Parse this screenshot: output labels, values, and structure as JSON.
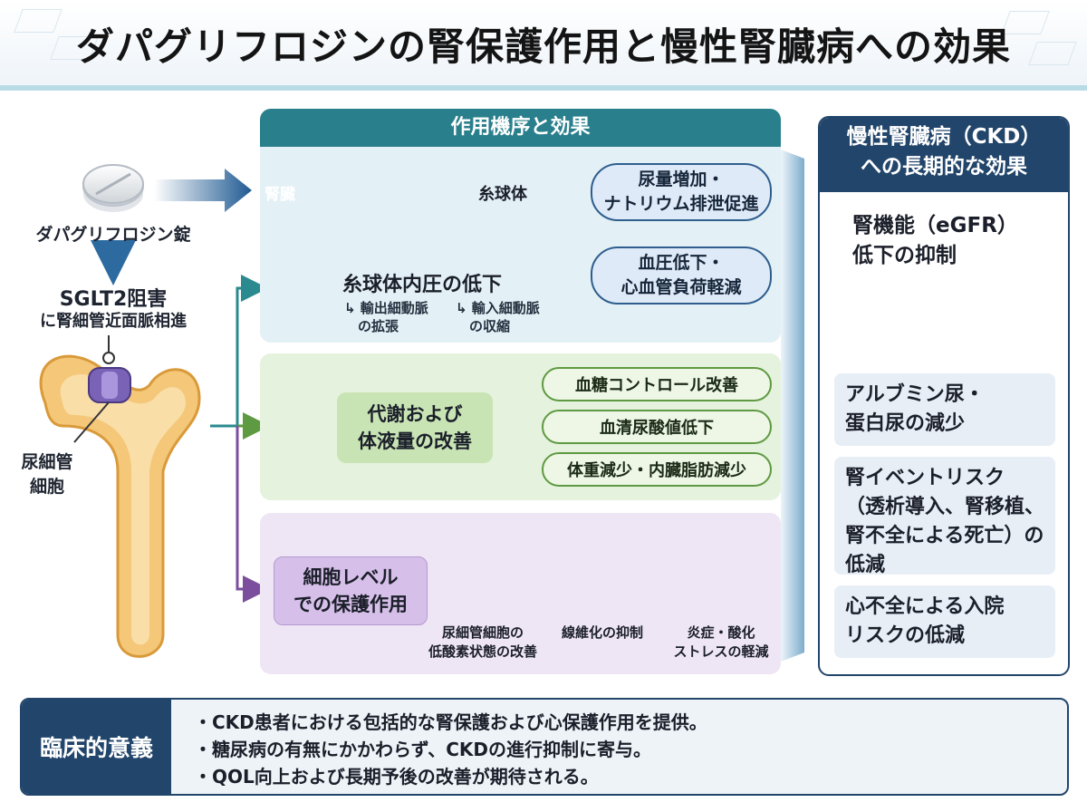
{
  "title": "ダパグリフロジンの腎保護作用と慢性腎臓病への効果",
  "left": {
    "drug_label": "ダパグリフロジン錠",
    "sglt2_line1": "SGLT2阻害",
    "sglt2_line2": "に腎細管近面脈相進",
    "tubule_label": "尿細管\n細胞"
  },
  "mechanism": {
    "header": "作用機序と効果",
    "kidney_label": "腎臓",
    "glomerulus_label": "糸球体",
    "effect1": "尿量増加・\nナトリウム排泄促進",
    "effect2": "血圧低下・\n心血管負荷軽減",
    "pressure_title": "糸球体内圧の低下",
    "sub1": "↳ 輸出細動脈\n　の拡張",
    "sub2": "↳ 輸入細動脈\n　の収縮"
  },
  "metabolic": {
    "title": "代謝および\n体液量の改善",
    "items": [
      "血糖コントロール改善",
      "血清尿酸値低下",
      "体重減少・内臓脂肪減少"
    ]
  },
  "cellular": {
    "title": "細胞レベル\nでの保護作用",
    "items": [
      "尿細管細胞の\n低酸素状態の改善",
      "線維化の抑制",
      "炎症・酸化\nストレスの軽減"
    ]
  },
  "ckd": {
    "header": "慢性腎臓病（CKD）\nへの長期的な効果",
    "egfr_title": "腎機能（eGFR）\n低下の抑制",
    "cards": [
      "アルブミン尿・\n蛋白尿の減少",
      "腎イベントリスク\n（透析導入、腎移植、\n腎不全による死亡）の\n低減",
      "心不全による入院\nリスクの低減"
    ]
  },
  "clinical": {
    "header": "臨床的意義",
    "points": [
      "・CKD患者における包括的な腎保護および心保護作用を提供。",
      "・糖尿病の有無にかかわらず、CKDの進行抑制に寄与。",
      "・QOL向上および長期予後の改善が期待される。"
    ]
  },
  "colors": {
    "teal": "#2a7f8c",
    "navy": "#22456b",
    "green": "#5e9a42",
    "purple": "#7c4f9e"
  }
}
